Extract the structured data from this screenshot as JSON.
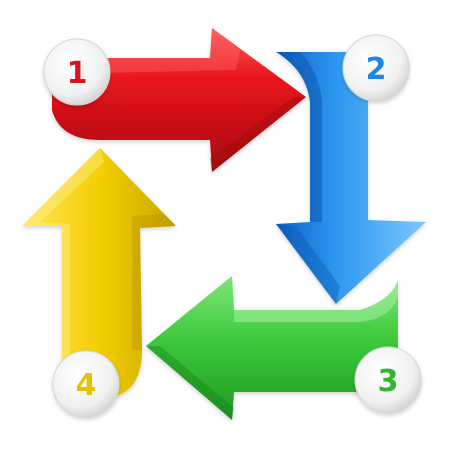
{
  "steps": [
    {
      "number": "1",
      "arrow_color": "#e3141b",
      "number_color": "#d5151c"
    },
    {
      "number": "2",
      "arrow_color": "#1f8be8",
      "number_color": "#1c86e0"
    },
    {
      "number": "3",
      "arrow_color": "#39c536",
      "number_color": "#2fb52e"
    },
    {
      "number": "4",
      "arrow_color": "#f2cf07",
      "number_color": "#e5c200"
    }
  ],
  "flow": "clockwise"
}
